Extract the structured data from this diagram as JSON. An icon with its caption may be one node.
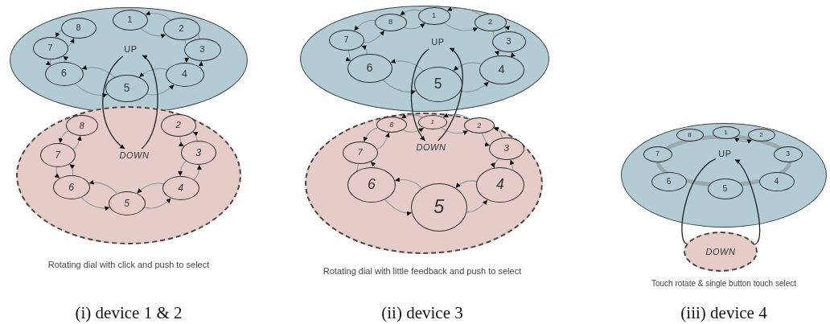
{
  "diagram": {
    "nodes": [
      {
        "text": [],
        "shape": "ellipse"
      },
      {
        "text": [
          "UP"
        ],
        "in": 0
      },
      {
        "text": [
          "1"
        ],
        "in": 0
      },
      {
        "text": [
          "2"
        ],
        "in": 0
      },
      {
        "text": [
          "3"
        ],
        "in": 0
      },
      {
        "text": [
          "4"
        ],
        "in": 0
      },
      {
        "text": [
          "5"
        ],
        "in": 0
      },
      {
        "text": [
          "6"
        ],
        "in": 0
      },
      {
        "text": [
          "7"
        ],
        "in": 0
      },
      {
        "text": [
          "8"
        ],
        "in": 0
      },
      {
        "text": [],
        "shape": "ellipse"
      },
      {
        "text": [
          "DOWN"
        ],
        "in": 10
      },
      {
        "text": [
          "2"
        ],
        "in": 10
      },
      {
        "text": [
          "3"
        ],
        "in": 10
      },
      {
        "text": [
          "4"
        ],
        "in": 10
      },
      {
        "text": [
          "5"
        ],
        "in": 10
      },
      {
        "text": [
          "6"
        ],
        "in": 10
      },
      {
        "text": [
          "7"
        ],
        "in": 10
      },
      {
        "text": [
          "8"
        ],
        "in": 10
      },
      {
        "text": [],
        "shape": "ellipse"
      },
      {
        "text": [
          "UP"
        ],
        "in": 19
      },
      {
        "text": [
          "1"
        ],
        "in": 19
      },
      {
        "text": [
          "2"
        ],
        "in": 19
      },
      {
        "text": [
          "3"
        ],
        "in": 19
      },
      {
        "text": [
          "4"
        ],
        "in": 19
      },
      {
        "text": [
          "5"
        ],
        "in": 19
      },
      {
        "text": [
          "6"
        ],
        "in": 19
      },
      {
        "text": [
          "7"
        ],
        "in": 19
      },
      {
        "text": [
          "8"
        ],
        "in": 19
      },
      {
        "text": [],
        "shape": "ellipse"
      },
      {
        "text": [
          "DOWN"
        ],
        "in": 29
      },
      {
        "text": [
          "1"
        ],
        "in": 29
      },
      {
        "text": [
          "2"
        ],
        "in": 29
      },
      {
        "text": [
          "3"
        ],
        "in": 29
      },
      {
        "text": [
          "4"
        ],
        "in": 29
      },
      {
        "text": [
          "5"
        ],
        "in": 29
      },
      {
        "text": [
          "6"
        ],
        "in": 29
      },
      {
        "text": [
          "7"
        ],
        "in": 29
      },
      {
        "text": [
          "8"
        ],
        "in": 29
      },
      {
        "text": [],
        "shape": "ellipse"
      },
      {
        "text": [
          "UP"
        ],
        "in": 39
      },
      {
        "text": [
          "1"
        ],
        "in": 39
      },
      {
        "text": [
          "2"
        ],
        "in": 39
      },
      {
        "text": [
          "3"
        ],
        "in": 39
      },
      {
        "text": [
          "4"
        ],
        "in": 39
      },
      {
        "text": [
          "5"
        ],
        "in": 39
      },
      {
        "text": [
          "6"
        ],
        "in": 39
      },
      {
        "text": [
          "7"
        ],
        "in": 39
      },
      {
        "text": [
          "8"
        ],
        "in": 39
      },
      {
        "text": [
          "DOWN"
        ]
      }
    ],
    "edges": [
      {
        "from": 2,
        "to": 3,
        "arrow": "to"
      },
      {
        "from": 3,
        "to": 2,
        "arrow": "to"
      },
      {
        "from": 3,
        "to": 4,
        "arrow": "to"
      },
      {
        "from": 4,
        "to": 3,
        "arrow": "to"
      },
      {
        "from": 4,
        "to": 5,
        "arrow": "to"
      },
      {
        "from": 5,
        "to": 4,
        "arrow": "to"
      },
      {
        "from": 5,
        "to": 6,
        "arrow": "to"
      },
      {
        "from": 6,
        "to": 5,
        "arrow": "to"
      },
      {
        "from": 6,
        "to": 7,
        "arrow": "to"
      },
      {
        "from": 7,
        "to": 6,
        "arrow": "to"
      },
      {
        "from": 7,
        "to": 8,
        "arrow": "to"
      },
      {
        "from": 8,
        "to": 7,
        "arrow": "to"
      },
      {
        "from": 8,
        "to": 9,
        "arrow": "to"
      },
      {
        "from": 9,
        "to": 8,
        "arrow": "to"
      },
      {
        "from": 12,
        "to": 13,
        "arrow": "to"
      },
      {
        "from": 13,
        "to": 12,
        "arrow": "to"
      },
      {
        "from": 13,
        "to": 14,
        "arrow": "to"
      },
      {
        "from": 14,
        "to": 13,
        "arrow": "to"
      },
      {
        "from": 14,
        "to": 15,
        "arrow": "to"
      },
      {
        "from": 15,
        "to": 14,
        "arrow": "to"
      },
      {
        "from": 15,
        "to": 16,
        "arrow": "to"
      },
      {
        "from": 16,
        "to": 15,
        "arrow": "to"
      },
      {
        "from": 16,
        "to": 17,
        "arrow": "to"
      },
      {
        "from": 17,
        "to": 16,
        "arrow": "to"
      },
      {
        "from": 17,
        "to": 18,
        "arrow": "to"
      },
      {
        "from": 18,
        "to": 17,
        "arrow": "to"
      },
      {
        "from": 1,
        "to": 11,
        "arrow": "to",
        "color": "#222222"
      },
      {
        "from": 11,
        "to": 1,
        "arrow": "to",
        "color": "#222222"
      },
      {
        "from": 21,
        "to": 22,
        "arrow": "to"
      },
      {
        "from": 22,
        "to": 21,
        "arrow": "to"
      },
      {
        "from": 22,
        "to": 23,
        "arrow": "to"
      },
      {
        "from": 23,
        "to": 22,
        "arrow": "to"
      },
      {
        "from": 23,
        "to": 24,
        "arrow": "to"
      },
      {
        "from": 24,
        "to": 23,
        "arrow": "to"
      },
      {
        "from": 24,
        "to": 25,
        "arrow": "to"
      },
      {
        "from": 25,
        "to": 24,
        "arrow": "to"
      },
      {
        "from": 25,
        "to": 26,
        "arrow": "to"
      },
      {
        "from": 26,
        "to": 25,
        "arrow": "to"
      },
      {
        "from": 26,
        "to": 27,
        "arrow": "to"
      },
      {
        "from": 27,
        "to": 26,
        "arrow": "to"
      },
      {
        "from": 27,
        "to": 28,
        "arrow": "to"
      },
      {
        "from": 28,
        "to": 27,
        "arrow": "to"
      },
      {
        "from": 28,
        "to": 21,
        "arrow": "to"
      },
      {
        "from": 21,
        "to": 28,
        "arrow": "to"
      },
      {
        "from": 31,
        "to": 32,
        "arrow": "to"
      },
      {
        "from": 32,
        "to": 31,
        "arrow": "to"
      },
      {
        "from": 32,
        "to": 33,
        "arrow": "to"
      },
      {
        "from": 33,
        "to": 32,
        "arrow": "to"
      },
      {
        "from": 33,
        "to": 34,
        "arrow": "to"
      },
      {
        "from": 34,
        "to": 33,
        "arrow": "to"
      },
      {
        "from": 34,
        "to": 35,
        "arrow": "to"
      },
      {
        "from": 35,
        "to": 34,
        "arrow": "to"
      },
      {
        "from": 35,
        "to": 36,
        "arrow": "to"
      },
      {
        "from": 36,
        "to": 35,
        "arrow": "to"
      },
      {
        "from": 36,
        "to": 37,
        "arrow": "to"
      },
      {
        "from": 37,
        "to": 36,
        "arrow": "to"
      },
      {
        "from": 37,
        "to": 38,
        "arrow": "to"
      },
      {
        "from": 38,
        "to": 37,
        "arrow": "to"
      },
      {
        "from": 38,
        "to": 31,
        "arrow": "to"
      },
      {
        "from": 31,
        "to": 38,
        "arrow": "to"
      },
      {
        "from": 20,
        "to": 30,
        "arrow": "to",
        "color": "#222222"
      },
      {
        "from": 30,
        "to": 20,
        "arrow": "to",
        "color": "#222222"
      },
      {
        "from": 41,
        "to": 42,
        "arrow": "both"
      },
      {
        "from": 40,
        "to": 49,
        "arrow": "none",
        "color": "#222222"
      },
      {
        "from": 49,
        "to": 40,
        "arrow": "to",
        "color": "#222222"
      }
    ],
    "labels": [
      "Rotating dial with click and push to select",
      "(i) device 1 & 2",
      "Rotating dial with little feedback and push to select",
      "(ii) device 3",
      "Touch rotate & single button touch select",
      "(iii) device 4"
    ]
  }
}
